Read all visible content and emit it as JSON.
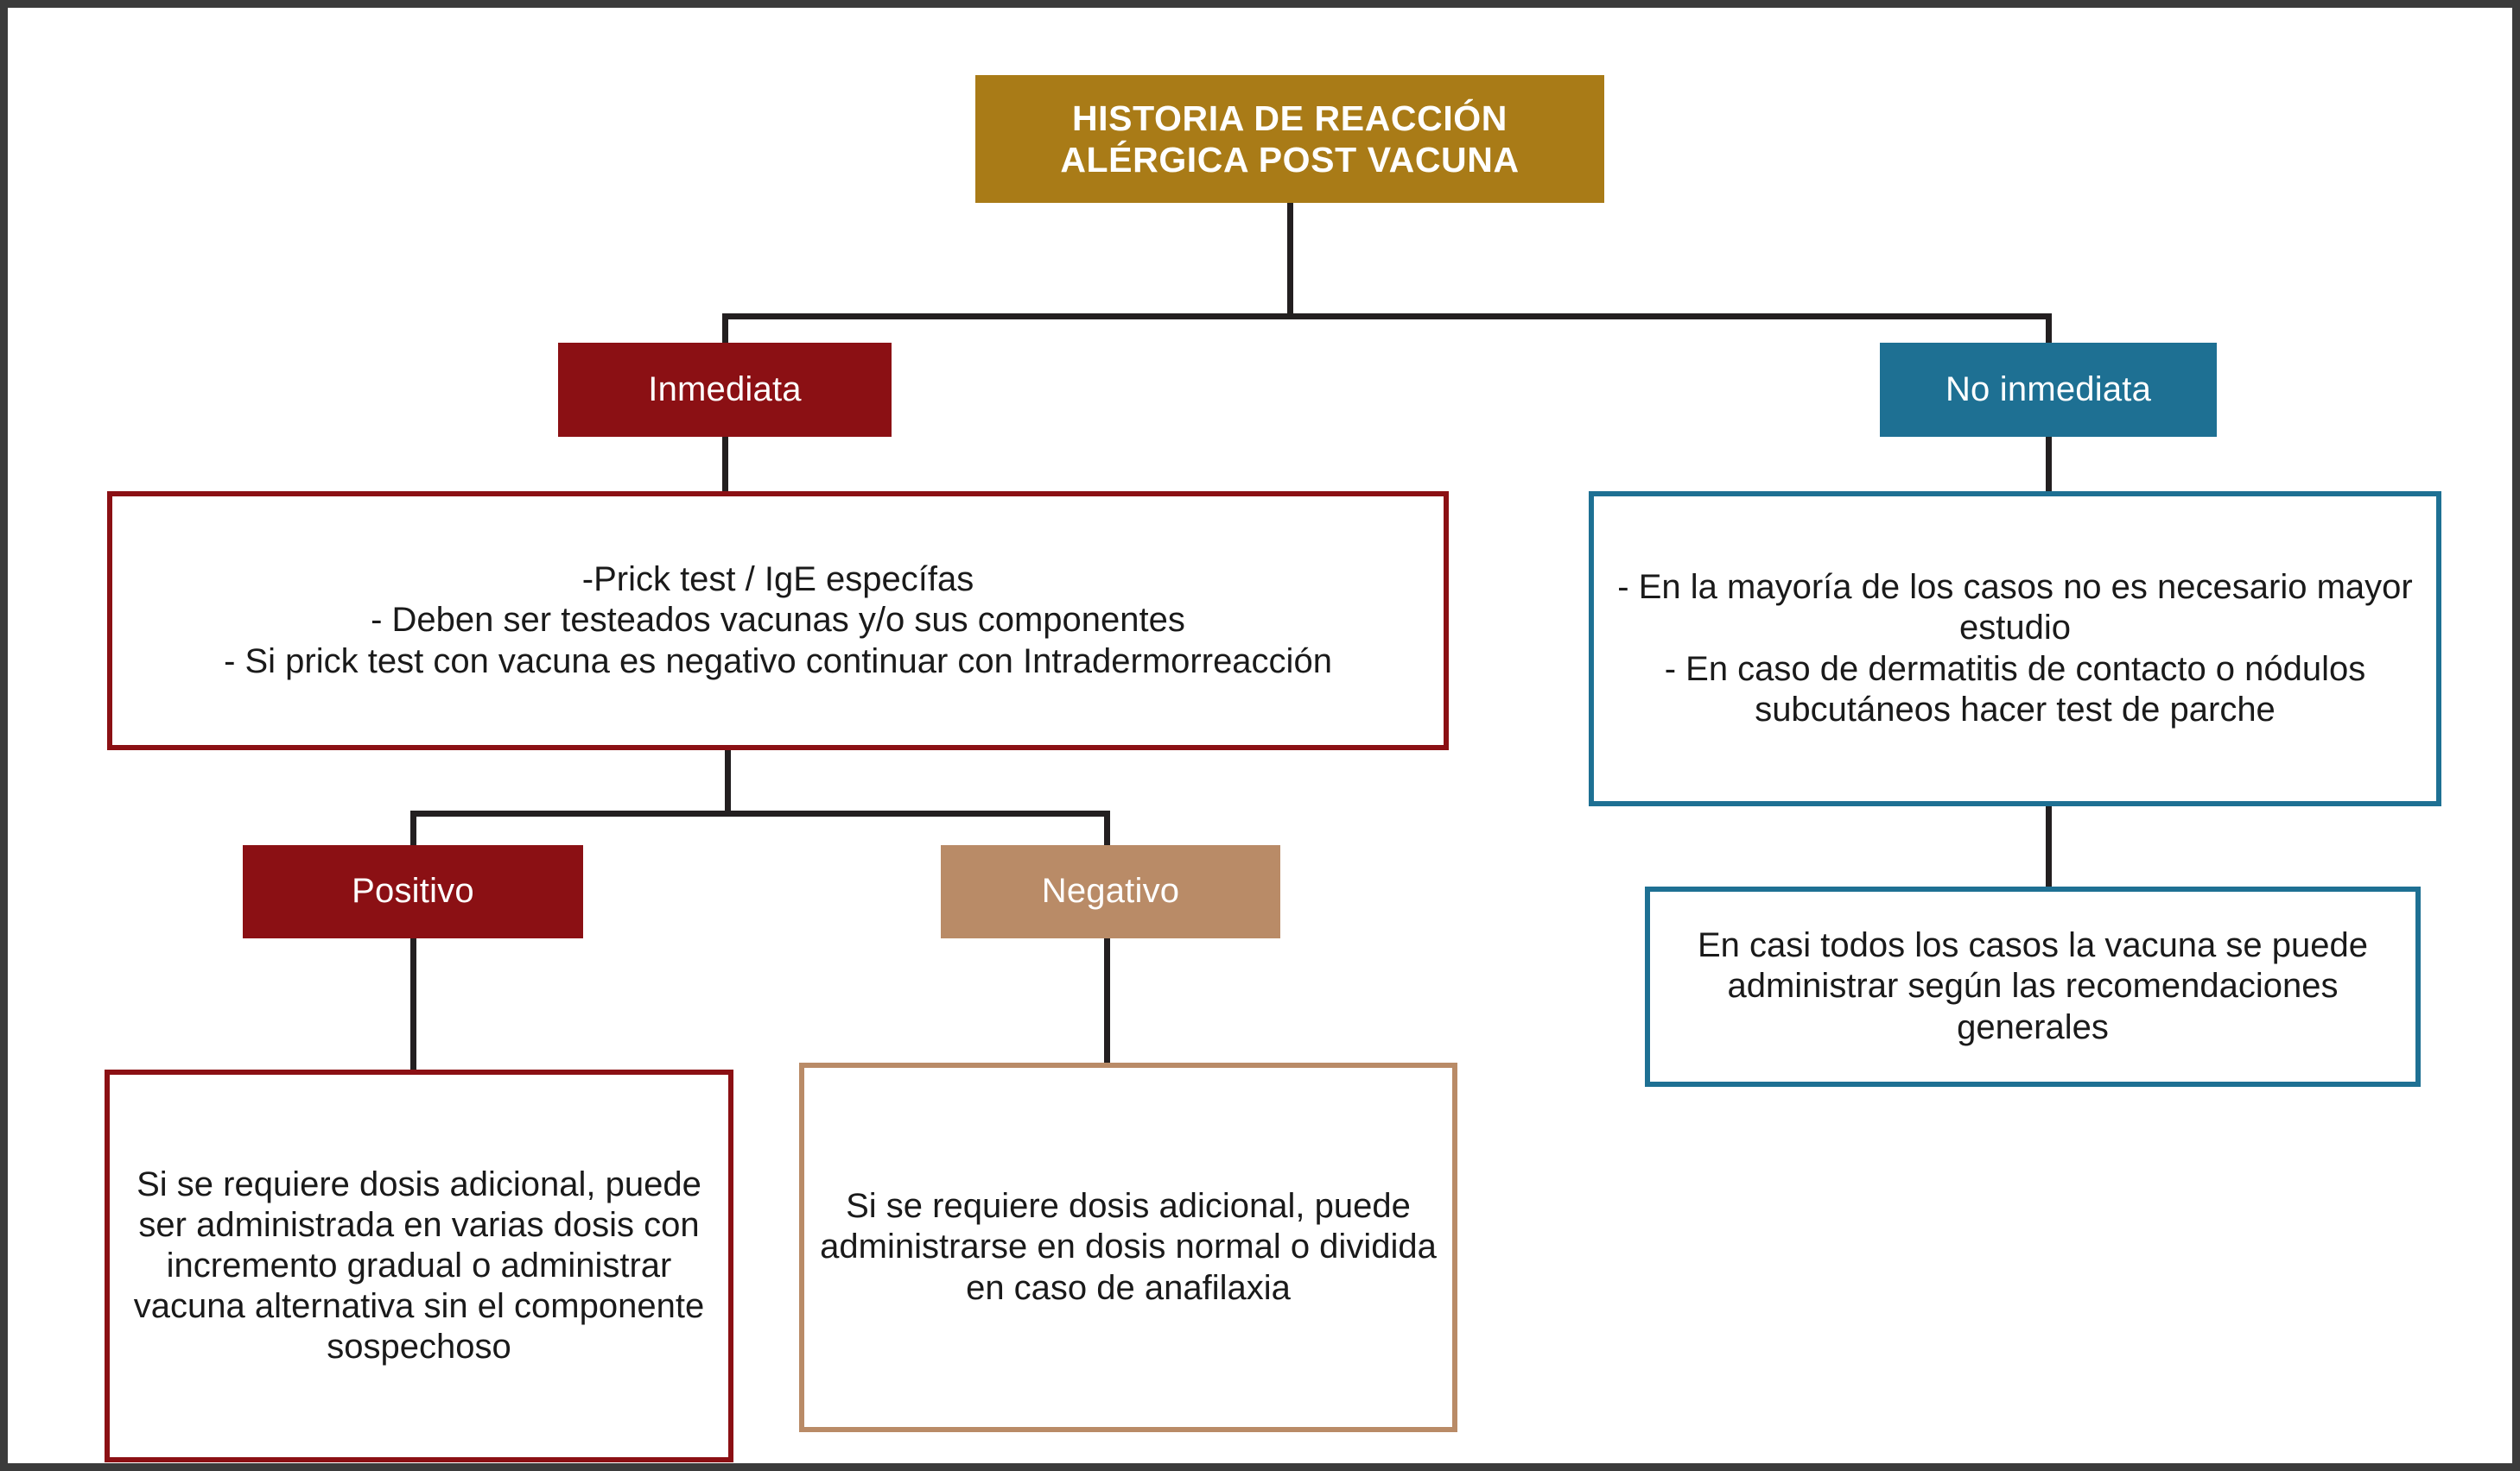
{
  "diagram": {
    "title_node": {
      "id": "historia-reaccion-alergica",
      "label": "HISTORIA DE REACCIÓN\nALÉRGICA POST VACUNA",
      "fill_color": "#A97B17",
      "text_color": "#FFFFFF"
    },
    "branches": {
      "inmediata": {
        "label": "Inmediata",
        "fill_color": "#8B1014",
        "text_color": "#FFFFFF",
        "detail": {
          "label": "-Prick test / IgE específas\n- Deben ser testeados vacunas y/o sus componentes\n- Si prick test con vacuna es negativo continuar con Intradermorreacción",
          "border_color": "#8B1014",
          "fill_color": "#FFFFFF"
        },
        "results": [
          {
            "label": "Positivo",
            "fill_color": "#8B1014",
            "text_color": "#FFFFFF",
            "outcome": {
              "label": "Si se requiere dosis adicional, puede ser administrada en varias dosis con incremento gradual o administrar vacuna alternativa sin el componente sospechoso",
              "border_color": "#8B1014",
              "fill_color": "#FFFFFF"
            }
          },
          {
            "label": "Negativo",
            "fill_color": "#B98B67",
            "text_color": "#FFFFFF",
            "outcome": {
              "label": "Si se requiere dosis adicional, puede administrarse en dosis normal o dividida en caso de anafilaxia",
              "border_color": "#B98B67",
              "fill_color": "#FFFFFF"
            }
          }
        ]
      },
      "no_inmediata": {
        "label": "No inmediata",
        "fill_color": "#1E7093",
        "text_color": "#FFFFFF",
        "detail": {
          "label": "- En la mayoría de los casos no es necesario mayor estudio\n- En caso de dermatitis de contacto o nódulos subcutáneos hacer test de parche",
          "border_color": "#1E7093",
          "fill_color": "#FFFFFF"
        },
        "outcome": {
          "label": "En casi todos los casos la vacuna se puede administrar según las recomendaciones generales",
          "border_color": "#1E7093",
          "fill_color": "#FFFFFF"
        }
      }
    },
    "connector_color": "#231F20",
    "frame_color": "#3B3B3B",
    "background_color": "#FFFFFF"
  }
}
